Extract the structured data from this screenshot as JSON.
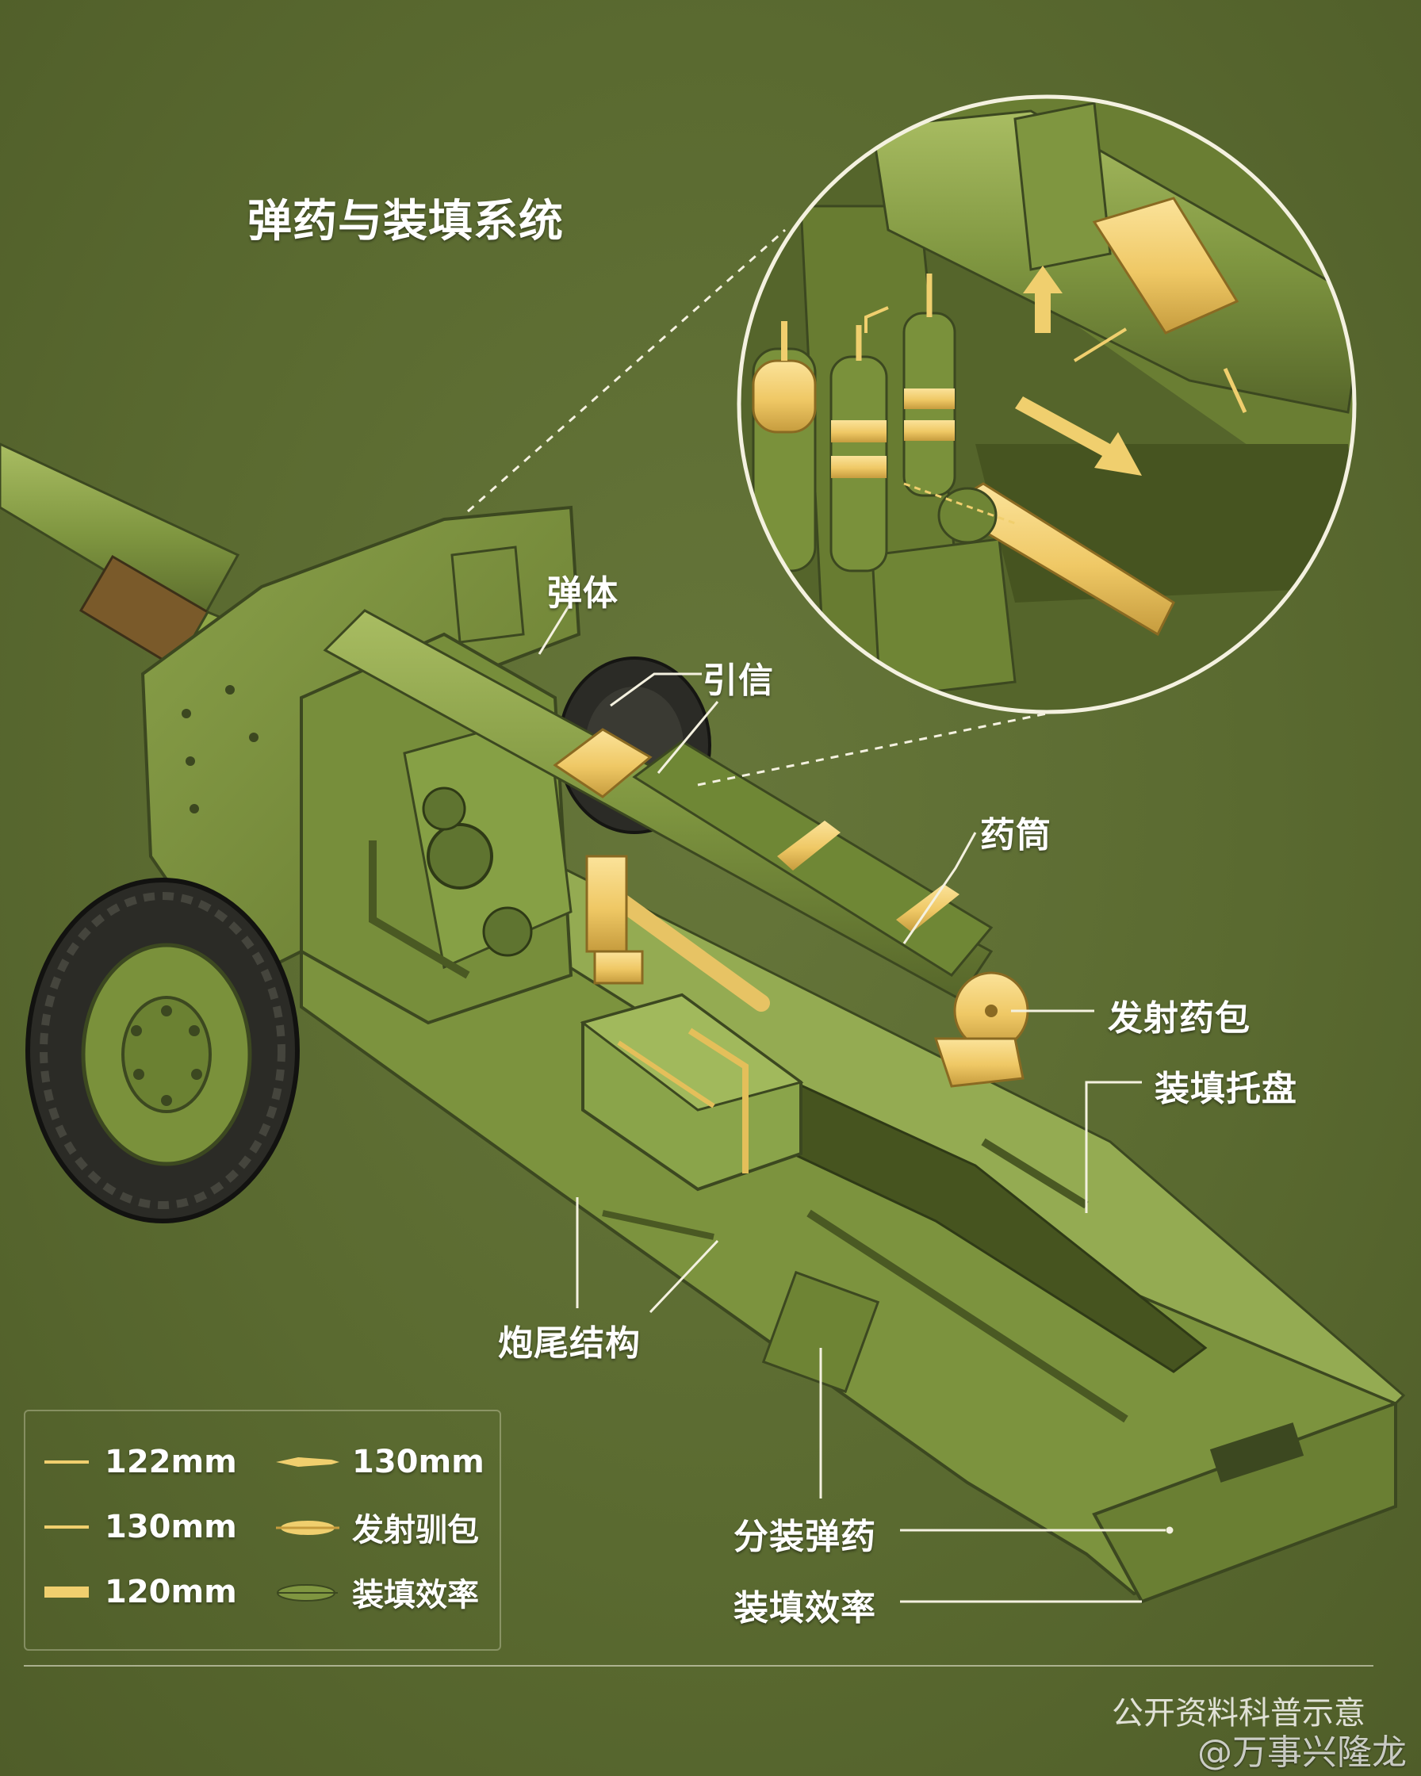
{
  "title": "弹药与装填系统",
  "labels": {
    "projectile": "弹体",
    "fuze": "引信",
    "cartridge_case": "药筒",
    "propellant_charge": "发射药包",
    "loading_tray": "装填托盘",
    "trail_structure": "炮尾结构",
    "separate_ammo": "分装弹药",
    "loading_efficiency": "装填效率"
  },
  "legend": [
    {
      "icon": "thin-line-icon",
      "text": "122mm"
    },
    {
      "icon": "shell-icon",
      "text": "130mm"
    },
    {
      "icon": "thin-line-icon",
      "text": "130mm"
    },
    {
      "icon": "charge-icon",
      "text": "发射驯包"
    },
    {
      "icon": "thick-line-icon",
      "text": "120mm"
    },
    {
      "icon": "olive-shell-icon",
      "text": "装填效率"
    }
  ],
  "footnote": "公开资料科普示意",
  "watermark": "@万事兴隆龙",
  "colors": {
    "background": "#5a6a30",
    "olive": "#7f9640",
    "olive_dark": "#4d5c24",
    "brass": "#f0cf6e",
    "brass_dark": "#c9a043",
    "tire": "#2b2b26",
    "leader": "#f4f1e0"
  }
}
